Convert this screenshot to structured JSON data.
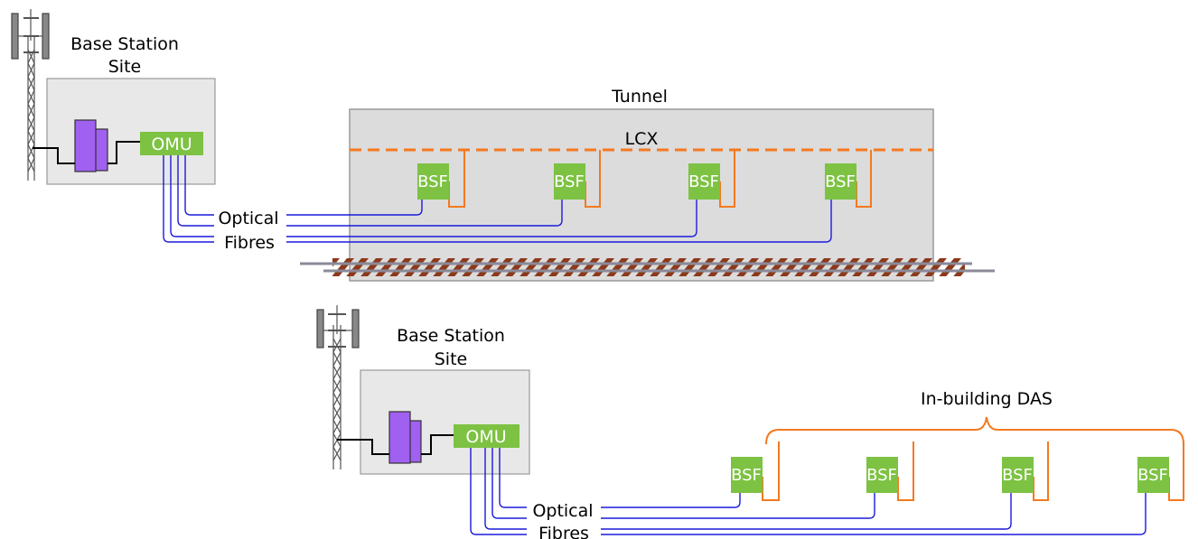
{
  "colors": {
    "site_fill": "#e8e8e8",
    "site_stroke": "#9a9a9a",
    "tunnel_fill": "#dcdcdc",
    "unit_green": "#7dc242",
    "fibre_blue": "#1a1adb",
    "lcx_orange": "#f47920",
    "equipment_purple": "#a060f0",
    "rail_brown": "#8b3a1a",
    "rail_gray": "#8a8a9a"
  },
  "top": {
    "site_title_line1": "Base Station",
    "site_title_line2": "Site",
    "omu_label": "OMU",
    "tunnel_label": "Tunnel",
    "lcx_label": "LCX",
    "fibre_label_line1": "Optical",
    "fibre_label_line2": "Fibres",
    "bsf_labels": [
      "BSF",
      "BSF",
      "BSF",
      "BSF"
    ]
  },
  "bottom": {
    "site_title_line1": "Base Station",
    "site_title_line2": "Site",
    "omu_label": "OMU",
    "das_label": "In-building DAS",
    "fibre_label_line1": "Optical",
    "fibre_label_line2": "Fibres",
    "bsf_labels": [
      "BSF",
      "BSF",
      "BSF",
      "BSF"
    ]
  }
}
